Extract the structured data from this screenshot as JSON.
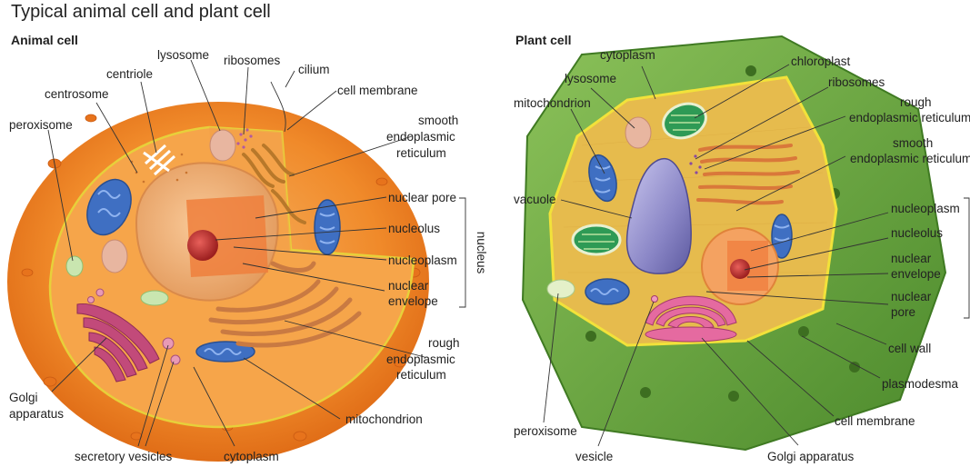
{
  "title": "Typical animal cell and plant cell",
  "animal": {
    "heading": "Animal cell",
    "labels": {
      "lysosome": "lysosome",
      "ribosomes": "ribosomes",
      "cilium": "cilium",
      "centriole": "centriole",
      "centrosome": "centrosome",
      "cell_membrane": "cell membrane",
      "peroxisome": "peroxisome",
      "smooth_er_1": "smooth",
      "smooth_er_2": "endoplasmic",
      "smooth_er_3": "reticulum",
      "nuclear_pore": "nuclear pore",
      "nucleolus": "nucleolus",
      "nucleoplasm": "nucleoplasm",
      "nuclear_envelope_1": "nuclear",
      "nuclear_envelope_2": "envelope",
      "nucleus": "nucleus",
      "rough_er_1": "rough",
      "rough_er_2": "endoplasmic",
      "rough_er_3": "reticulum",
      "golgi_1": "Golgi",
      "golgi_2": "apparatus",
      "mitochondrion": "mitochondrion",
      "secretory_vesicles": "secretory vesicles",
      "cytoplasm": "cytoplasm"
    }
  },
  "plant": {
    "heading": "Plant cell",
    "labels": {
      "cytoplasm": "cytoplasm",
      "chloroplast": "chloroplast",
      "lysosome": "lysosome",
      "ribosomes": "ribosomes",
      "mitochondrion": "mitochondrion",
      "rough_er_1": "rough",
      "rough_er_2": "endoplasmic reticulum",
      "smooth_er_1": "smooth",
      "smooth_er_2": "endoplasmic reticulum",
      "vacuole": "vacuole",
      "nucleoplasm": "nucleoplasm",
      "nucleolus": "nucleolus",
      "nuclear_envelope_1": "nuclear",
      "nuclear_envelope_2": "envelope",
      "nuclear_pore_1": "nuclear",
      "nuclear_pore_2": "pore",
      "cell_wall": "cell wall",
      "plasmodesma": "plasmodesma",
      "cell_membrane": "cell membrane",
      "peroxisome": "peroxisome",
      "vesicle": "vesicle",
      "golgi": "Golgi apparatus"
    }
  },
  "colors": {
    "animal_outer": "#f08a2a",
    "animal_cytoplasm": "#f6a54a",
    "nucleus": "#f3b27a",
    "nucleolus": "#c8322d",
    "golgi": "#c24a7a",
    "mitochondrion": "#3f6fc2",
    "plant_wall": "#5f9a35",
    "plant_cytoplasm": "#e6bb4d",
    "chloroplast": "#2e9a55",
    "vacuole": "#8a86c6"
  }
}
